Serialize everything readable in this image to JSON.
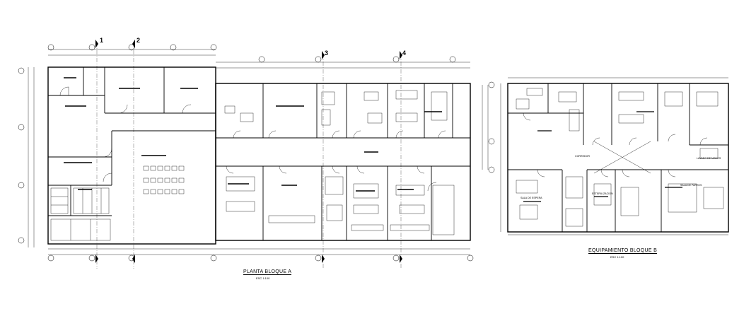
{
  "drawing": {
    "block_a": {
      "title": "PLANTA  BLOQUE  A",
      "scale": "ESC 1:100",
      "grid_labels": [
        "1",
        "2",
        "3",
        "4"
      ]
    },
    "block_b": {
      "title": "EQUIPAMIENTO  BLOQUE  B",
      "scale": "ESC 1:100",
      "room_labels": [
        "CORREDOR",
        "SALA DE PARTOS",
        "SALA DE ESPERA",
        "ESTERILIZACION",
        "LAVADO DE MANOS"
      ]
    },
    "line_color": "#000000",
    "background": "#ffffff"
  }
}
